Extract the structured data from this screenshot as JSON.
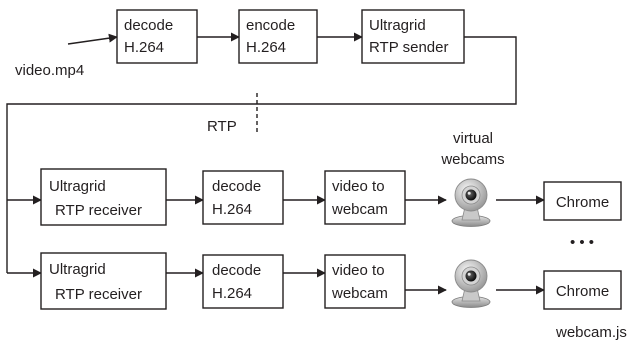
{
  "source": {
    "file_label": "video.mp4",
    "decode_line1": "decode",
    "decode_line2": "H.264",
    "encode_line1": "encode",
    "encode_line2": "H.264",
    "sender_line1": "Ultragrid",
    "sender_line2": "RTP sender"
  },
  "network": {
    "rtp_label": "RTP"
  },
  "webcams": {
    "label_line1": "virtual",
    "label_line2": "webcams",
    "icon": "webcam-icon"
  },
  "pipelines": [
    {
      "receiver_line1": "Ultragrid",
      "receiver_line2": "RTP receiver",
      "decode_line1": "decode",
      "decode_line2": "H.264",
      "convert_line1": "video to",
      "convert_line2": "webcam",
      "browser_label": "Chrome"
    },
    {
      "receiver_line1": "Ultragrid",
      "receiver_line2": "RTP receiver",
      "decode_line1": "decode",
      "decode_line2": "H.264",
      "convert_line1": "video to",
      "convert_line2": "webcam",
      "browser_label": "Chrome"
    }
  ],
  "ellipsis": "• • •",
  "footer_label": "webcam.js"
}
